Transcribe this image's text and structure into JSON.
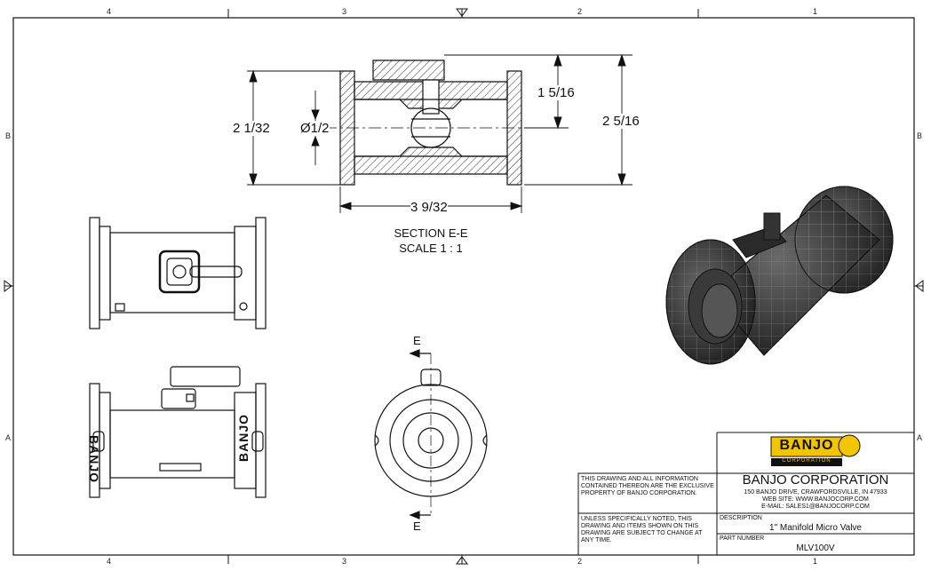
{
  "zones": {
    "top": [
      "4",
      "3",
      "2",
      "1"
    ],
    "bottom": [
      "4",
      "3",
      "2",
      "1"
    ],
    "left": [
      "B",
      "A"
    ],
    "right": [
      "B",
      "A"
    ]
  },
  "section_view": {
    "dim_overall_height": "2 1/32",
    "dim_bore": "Ø1/2",
    "dim_handle_height": "1 5/16",
    "dim_total_height": "2 5/16",
    "dim_length": "3 9/32",
    "title": "SECTION E-E",
    "scale": "SCALE 1 : 1"
  },
  "side_view": {
    "brand_text_left": "BANJO",
    "brand_text_right": "BANJO"
  },
  "end_view": {
    "cut_label_top": "E",
    "cut_label_bottom": "E"
  },
  "title_block": {
    "notice_1": "THIS DRAWING AND ALL INFORMATION CONTAINED THEREON ARE THE EXCLUSIVE PROPERTY OF BANJO CORPORATION.",
    "notice_2": "UNLESS SPECIFICALLY NOTED, THIS DRAWING AND ITEMS SHOWN ON THIS DRAWING ARE SUBJECT TO CHANGE AT ANY TIME.",
    "logo_text": "BANJO",
    "logo_sub": "CORPORATION",
    "company": "BANJO CORPORATION",
    "address": "150 BANJO DRIVE, CRAWFORDSVILLE, IN 47933",
    "website": "WEB SITE: WWW.BANJOCORP.COM",
    "email": "E-MAIL: SALES1@BANJOCORP.COM",
    "description_label": "DESCRIPTION",
    "description": "1\" Manifold Micro Valve",
    "part_number_label": "PART NUMBER",
    "part_number": "MLV100V"
  },
  "colors": {
    "line": "#111111",
    "hatch": "#333333",
    "logo_yellow": "#f2c500",
    "iso_body": "#2a2a2a"
  }
}
